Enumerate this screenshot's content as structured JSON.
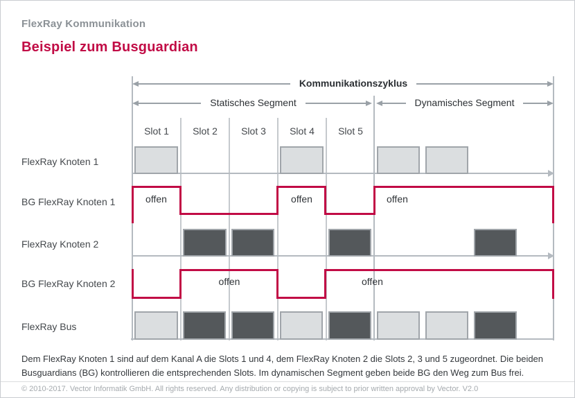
{
  "header": {
    "kicker": "FlexRay Kommunikation",
    "title": "Beispiel zum Busguardian"
  },
  "diagram": {
    "cycle_label": "Kommunikationszyklus",
    "static_segment_label": "Statisches Segment",
    "dynamic_segment_label": "Dynamisches Segment",
    "slot_labels": [
      "Slot 1",
      "Slot 2",
      "Slot 3",
      "Slot 4",
      "Slot 5"
    ],
    "row_labels": [
      "FlexRay Knoten 1",
      "BG FlexRay Knoten 1",
      "FlexRay Knoten 2",
      "BG FlexRay Knoten 2",
      "FlexRay Bus"
    ],
    "open_label": "offen",
    "frames": {
      "flexray_knoten_1": {
        "static_slots": [
          1,
          4
        ],
        "dynamic_frames": 2
      },
      "flexray_knoten_2": {
        "static_slots": [
          2,
          3,
          5
        ],
        "dynamic_frames": 1
      },
      "flexray_bus": {
        "knoten_1_slots": [
          1,
          4
        ],
        "knoten_2_slots": [
          2,
          3,
          5
        ],
        "dynamic_knoten_1_frames": 2,
        "dynamic_knoten_2_frames": 1
      },
      "busguardian_1_open_during": [
        "Slot 1",
        "Slot 4",
        "Dynamisches Segment"
      ],
      "busguardian_2_open_during": [
        "Slot 2",
        "Slot 3",
        "Slot 5",
        "Dynamisches Segment"
      ]
    },
    "colors": {
      "accent": "#c10b45",
      "frame_light": "#dbdee0",
      "frame_dark": "#54585b",
      "axis_gray": "#b4bac0"
    }
  },
  "footer": {
    "lines": [
      "Dem FlexRay Knoten 1 sind auf dem Kanal A die Slots 1 und 4, dem FlexRay Knoten 2 die Slots 2, 3 und 5 zugeordnet. Die beiden",
      "Busguardians (BG) kontrollieren die entsprechenden Slots. Im dynamischen Segment geben beide BG den Weg zum Bus frei."
    ]
  },
  "copyright": "© 2010-2017. Vector Informatik GmbH. All rights reserved. Any distribution or copying is subject to prior written approval by Vector. V2.0"
}
